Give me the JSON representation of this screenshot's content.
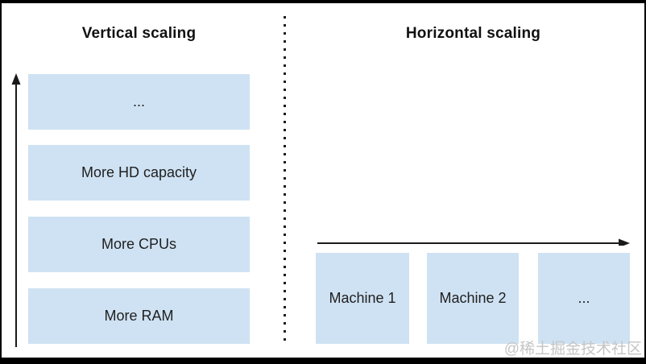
{
  "page": {
    "watermark": "@稀土掘金技术社区"
  },
  "left": {
    "title": "Vertical scaling",
    "boxes": [
      {
        "label": "..."
      },
      {
        "label": "More HD capacity"
      },
      {
        "label": "More CPUs"
      },
      {
        "label": "More RAM"
      }
    ]
  },
  "right": {
    "title": "Horizontal scaling",
    "boxes": [
      {
        "label": "Machine 1"
      },
      {
        "label": "Machine 2"
      },
      {
        "label": "..."
      }
    ]
  },
  "icons": {
    "vertical_axis": "up-arrow-icon",
    "horizontal_axis": "right-arrow-icon"
  },
  "colors": {
    "box_fill": "#cfe2f3",
    "text": "#1f1f1f",
    "divider": "#1a1a1a",
    "border": "#000000",
    "watermark": "#c5c5c5"
  }
}
